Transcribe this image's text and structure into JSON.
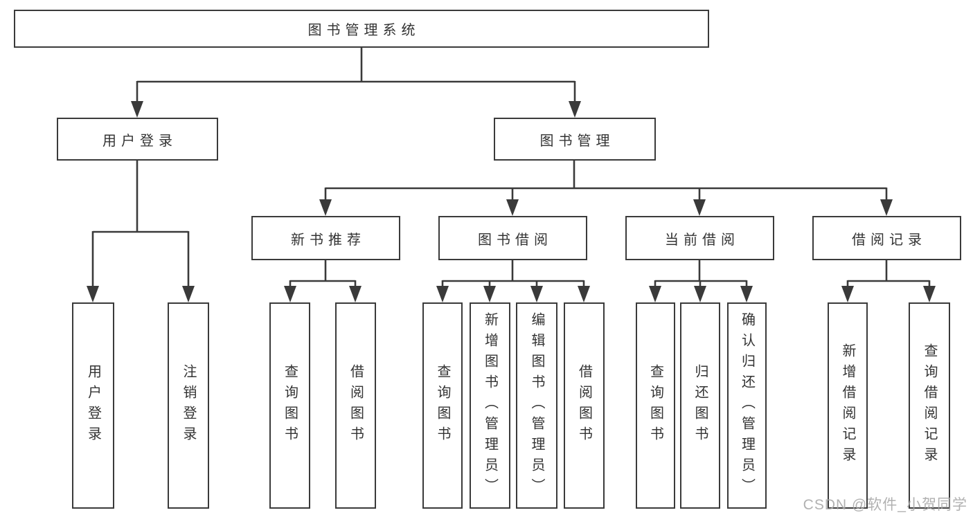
{
  "watermark": "CSDN @软件_小贺同学",
  "colors": {
    "line": "#3a3a3a",
    "text": "#333333",
    "box_background": "#ffffff",
    "watermark": "#a6a6a6"
  },
  "tree": {
    "root": {
      "label": "图书管理系统"
    },
    "l2": [
      {
        "label": "用户登录",
        "children": [
          {
            "label": "用户登录"
          },
          {
            "label": "注销登录"
          }
        ]
      },
      {
        "label": "图书管理"
      }
    ],
    "l3": [
      {
        "label": "新书推荐",
        "children": [
          {
            "label": "查询图书"
          },
          {
            "label": "借阅图书"
          }
        ]
      },
      {
        "label": "图书借阅",
        "children": [
          {
            "label": "查询图书"
          },
          {
            "label": "新增图书（管理员）"
          },
          {
            "label": "编辑图书（管理员）"
          },
          {
            "label": "借阅图书"
          }
        ]
      },
      {
        "label": "当前借阅",
        "children": [
          {
            "label": "查询图书"
          },
          {
            "label": "归还图书"
          },
          {
            "label": "确认归还（管理员）"
          }
        ]
      },
      {
        "label": "借阅记录",
        "children": [
          {
            "label": "新增借阅记录"
          },
          {
            "label": "查询借阅记录"
          }
        ]
      }
    ]
  }
}
